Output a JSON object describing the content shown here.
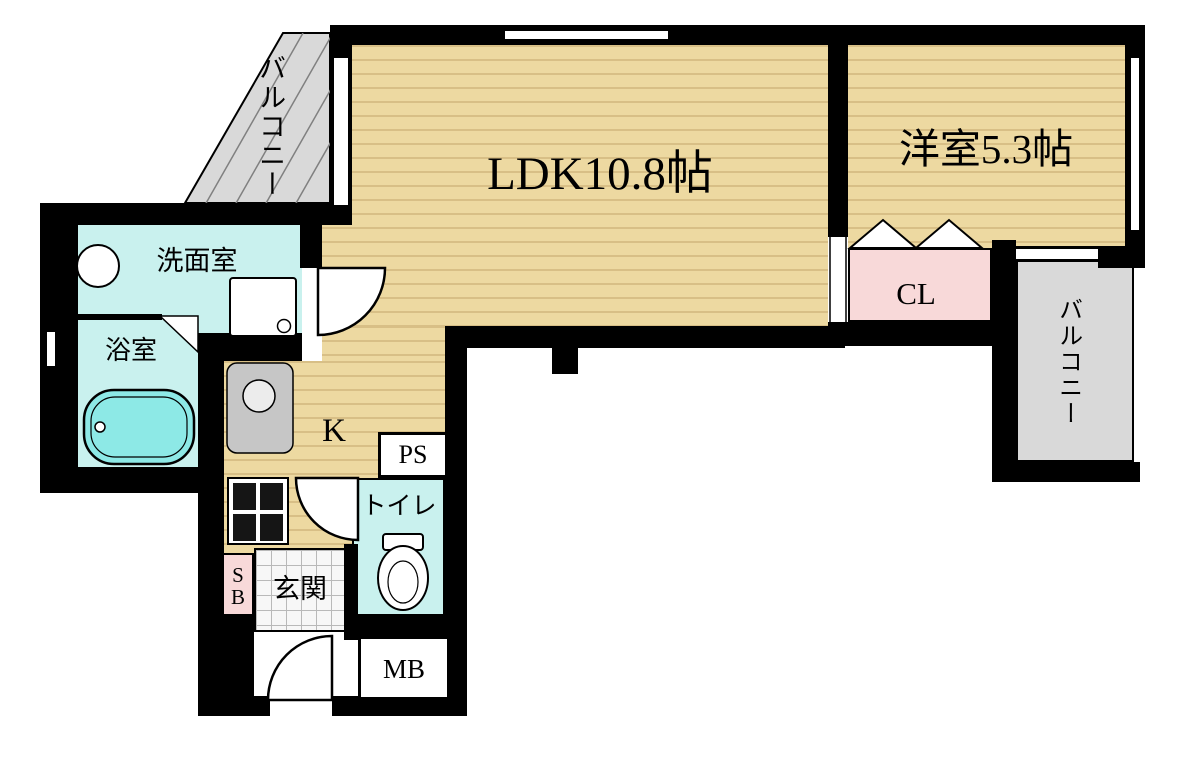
{
  "rooms": {
    "balcony_top": "バルコニー",
    "ldk": "LDK10.8帖",
    "western": "洋室5.3帖",
    "closet": "CL",
    "balcony_right": "バルコニー",
    "washroom": "洗面室",
    "bathroom": "浴室",
    "kitchen": "K",
    "pipe_space": "PS",
    "toilet": "トイレ",
    "shoe_box": {
      "line1": "S",
      "line2": "B"
    },
    "entrance": "玄関",
    "meter_box": "MB"
  },
  "palette": {
    "floor_tan": "#edd9a1",
    "floor_stripe": "#d8bf86",
    "wet_cyan": "#c9f1ee",
    "balcony_gray": "#d9d9d9",
    "closet_pink": "#f8d9d9",
    "bathtub_cyan": "#8de9e6",
    "wall_black": "#000000"
  }
}
